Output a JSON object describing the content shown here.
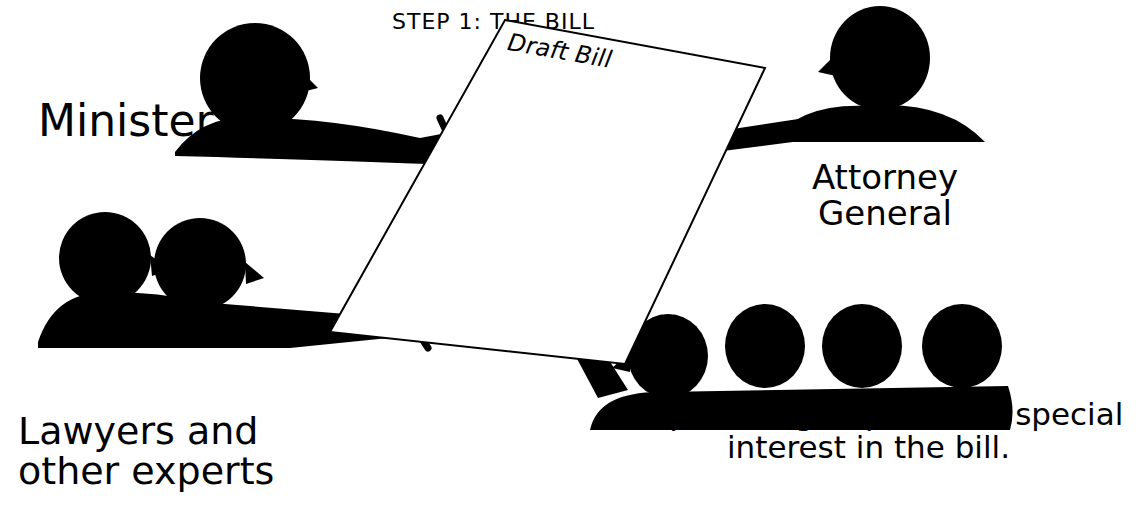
{
  "diagram": {
    "title": "STEP 1: THE BILL",
    "nodes": [
      {
        "text": [
          "Draft Bill"
        ]
      }
    ],
    "labels": [
      "Minister",
      "Attorney General",
      "Lawyers and other experts",
      "People and groups with a special interest in the bill."
    ]
  }
}
